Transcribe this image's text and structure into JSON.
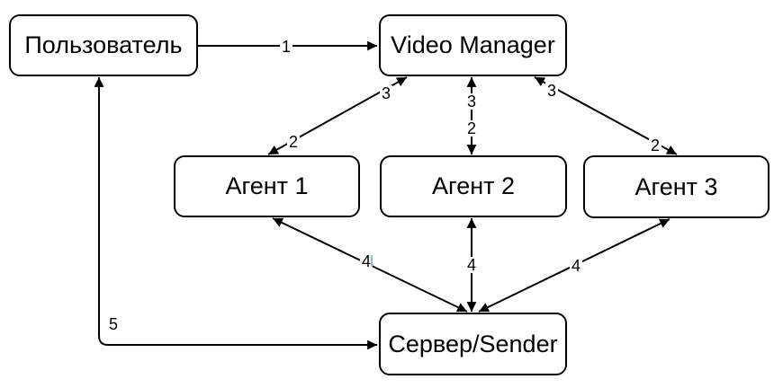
{
  "diagram": {
    "background_color": "#ffffff",
    "stroke_color": "#000000",
    "node_fill_color": "#ffffff",
    "nodes": {
      "user": {
        "label": "Пользователь"
      },
      "video_manager": {
        "label": "Video Manager"
      },
      "agent1": {
        "label": "Агент 1"
      },
      "agent2": {
        "label": "Агент 2"
      },
      "agent3": {
        "label": "Агент 3"
      },
      "server": {
        "label": "Сервер/Sender"
      }
    },
    "edges": {
      "user_to_vm": {
        "label": "1"
      },
      "vm_agent1": {
        "label_to_vm": "3",
        "label_to_agent": "2"
      },
      "vm_agent2": {
        "label_to_vm": "3",
        "label_to_agent": "2"
      },
      "vm_agent3": {
        "label_to_vm": "3",
        "label_to_agent": "2"
      },
      "agent1_server": {
        "label": "4"
      },
      "agent2_server": {
        "label": "4"
      },
      "agent3_server": {
        "label": "4"
      },
      "server_user": {
        "label": "5"
      }
    }
  }
}
